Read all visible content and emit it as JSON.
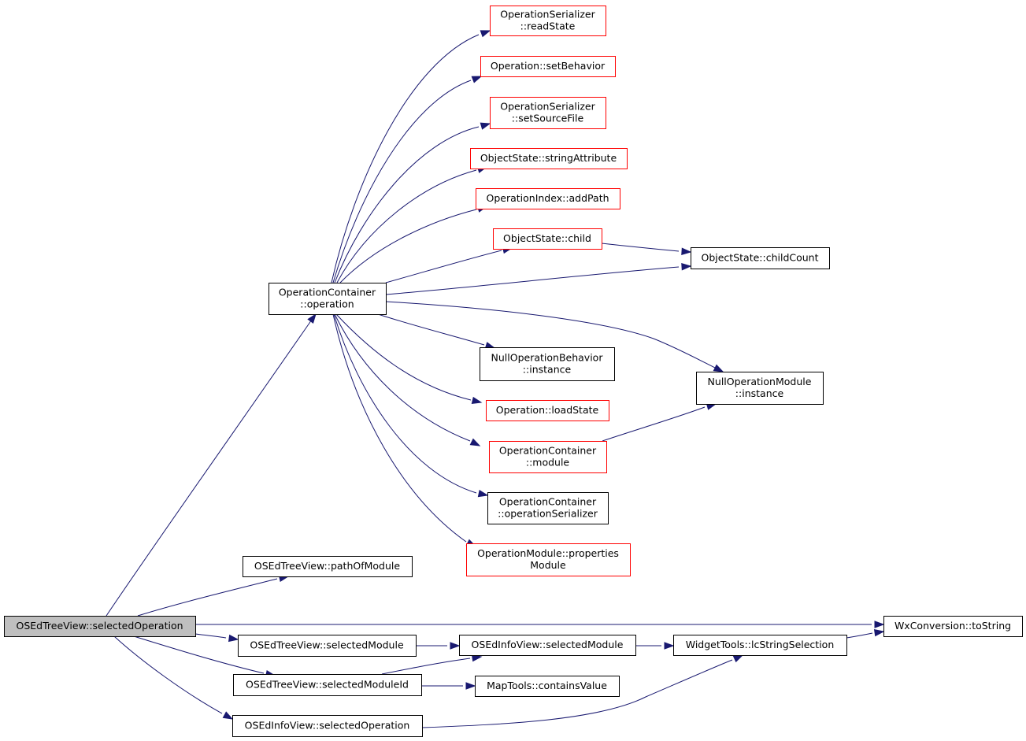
{
  "colors": {
    "edge": "#191970",
    "border_default": "#000000",
    "border_truncated": "#ff0000",
    "fill_default": "#ffffff",
    "fill_root": "#bfbfbf"
  },
  "nodes": [
    {
      "id": "selectedOperation",
      "lines": [
        "OSEdTreeView::selectedOperation"
      ],
      "style": "root"
    },
    {
      "id": "opcont_operation",
      "lines": [
        "OperationContainer",
        "::operation"
      ],
      "style": "default"
    },
    {
      "id": "readState",
      "lines": [
        "OperationSerializer",
        "::readState"
      ],
      "style": "truncated"
    },
    {
      "id": "setBehavior",
      "lines": [
        "Operation::setBehavior"
      ],
      "style": "truncated"
    },
    {
      "id": "setSourceFile",
      "lines": [
        "OperationSerializer",
        "::setSourceFile"
      ],
      "style": "truncated"
    },
    {
      "id": "stringAttribute",
      "lines": [
        "ObjectState::stringAttribute"
      ],
      "style": "truncated"
    },
    {
      "id": "addPath",
      "lines": [
        "OperationIndex::addPath"
      ],
      "style": "truncated"
    },
    {
      "id": "child",
      "lines": [
        "ObjectState::child"
      ],
      "style": "truncated"
    },
    {
      "id": "childCount",
      "lines": [
        "ObjectState::childCount"
      ],
      "style": "default"
    },
    {
      "id": "nullBehavior",
      "lines": [
        "NullOperationBehavior",
        "::instance"
      ],
      "style": "default"
    },
    {
      "id": "nullModule",
      "lines": [
        "NullOperationModule",
        "::instance"
      ],
      "style": "default"
    },
    {
      "id": "loadState",
      "lines": [
        "Operation::loadState"
      ],
      "style": "truncated"
    },
    {
      "id": "opcont_module",
      "lines": [
        "OperationContainer",
        "::module"
      ],
      "style": "truncated"
    },
    {
      "id": "opSerializer",
      "lines": [
        "OperationContainer",
        "::operationSerializer"
      ],
      "style": "default"
    },
    {
      "id": "propertiesModule",
      "lines": [
        "OperationModule::properties",
        "Module"
      ],
      "style": "truncated"
    },
    {
      "id": "pathOfModule",
      "lines": [
        "OSEdTreeView::pathOfModule"
      ],
      "style": "default"
    },
    {
      "id": "toString",
      "lines": [
        "WxConversion::toString"
      ],
      "style": "default"
    },
    {
      "id": "tree_selectedModule",
      "lines": [
        "OSEdTreeView::selectedModule"
      ],
      "style": "default"
    },
    {
      "id": "info_selectedModule",
      "lines": [
        "OSEdInfoView::selectedModule"
      ],
      "style": "default"
    },
    {
      "id": "lcStringSelection",
      "lines": [
        "WidgetTools::lcStringSelection"
      ],
      "style": "default"
    },
    {
      "id": "selectedModuleId",
      "lines": [
        "OSEdTreeView::selectedModuleId"
      ],
      "style": "default"
    },
    {
      "id": "containsValue",
      "lines": [
        "MapTools::containsValue"
      ],
      "style": "default"
    },
    {
      "id": "info_selectedOperation",
      "lines": [
        "OSEdInfoView::selectedOperation"
      ],
      "style": "default"
    }
  ],
  "edges": [
    {
      "from": "selectedOperation",
      "to": "opcont_operation"
    },
    {
      "from": "opcont_operation",
      "to": "readState"
    },
    {
      "from": "opcont_operation",
      "to": "setBehavior"
    },
    {
      "from": "opcont_operation",
      "to": "setSourceFile"
    },
    {
      "from": "opcont_operation",
      "to": "stringAttribute"
    },
    {
      "from": "opcont_operation",
      "to": "addPath"
    },
    {
      "from": "opcont_operation",
      "to": "child"
    },
    {
      "from": "child",
      "to": "childCount"
    },
    {
      "from": "opcont_operation",
      "to": "childCount"
    },
    {
      "from": "opcont_operation",
      "to": "nullModule"
    },
    {
      "from": "opcont_operation",
      "to": "nullBehavior"
    },
    {
      "from": "opcont_operation",
      "to": "loadState"
    },
    {
      "from": "opcont_operation",
      "to": "opcont_module"
    },
    {
      "from": "opcont_module",
      "to": "nullModule"
    },
    {
      "from": "opcont_operation",
      "to": "opSerializer"
    },
    {
      "from": "opcont_operation",
      "to": "propertiesModule"
    },
    {
      "from": "selectedOperation",
      "to": "pathOfModule"
    },
    {
      "from": "selectedOperation",
      "to": "toString"
    },
    {
      "from": "selectedOperation",
      "to": "tree_selectedModule"
    },
    {
      "from": "selectedOperation",
      "to": "selectedModuleId"
    },
    {
      "from": "selectedOperation",
      "to": "info_selectedOperation"
    },
    {
      "from": "tree_selectedModule",
      "to": "info_selectedModule"
    },
    {
      "from": "info_selectedModule",
      "to": "lcStringSelection"
    },
    {
      "from": "lcStringSelection",
      "to": "toString"
    },
    {
      "from": "selectedModuleId",
      "to": "info_selectedModule"
    },
    {
      "from": "selectedModuleId",
      "to": "containsValue"
    },
    {
      "from": "info_selectedOperation",
      "to": "lcStringSelection"
    }
  ]
}
